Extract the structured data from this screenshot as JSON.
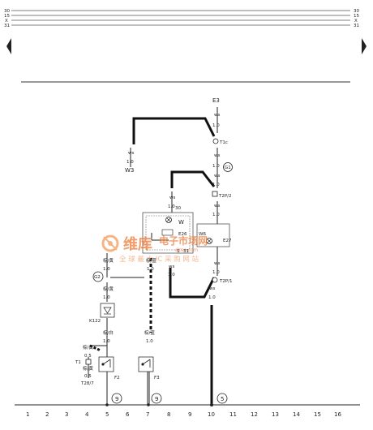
{
  "header": {
    "rails": [
      "30",
      "15",
      "X",
      "31"
    ]
  },
  "components": {
    "e3": "E3",
    "t1c": "T1c",
    "w3": "W3",
    "g1": "G1",
    "t2p2": "T2P/2",
    "w": "W",
    "e26": "E26",
    "w6": "W6",
    "e27": "E27",
    "g2": "G2",
    "k122": "K122",
    "t2ph": "T2P/1",
    "t1": "T1",
    "t28": "T28/7",
    "f2": "F2",
    "f3": "F3"
  },
  "wires": {
    "ws": "ws",
    "gauge_10": "1.0",
    "gauge_05": "0.5",
    "term_30": "30",
    "term_31": "31",
    "term_s": "S",
    "br_ge": "棕/黄",
    "br_bl": "棕/蓝",
    "br_ws": "棕/白"
  },
  "ground_refs": [
    "9",
    "9",
    "5"
  ],
  "grid_numbers": [
    "1",
    "2",
    "3",
    "4",
    "5",
    "6",
    "7",
    "8",
    "9",
    "10",
    "11",
    "12",
    "13",
    "14",
    "15",
    "16"
  ],
  "watermark": {
    "brand": "维库",
    "subtitle": "电子市场网",
    "domain": "dzsc.com",
    "slogan": "全 球 最 大 IC 采 购 网 站"
  }
}
